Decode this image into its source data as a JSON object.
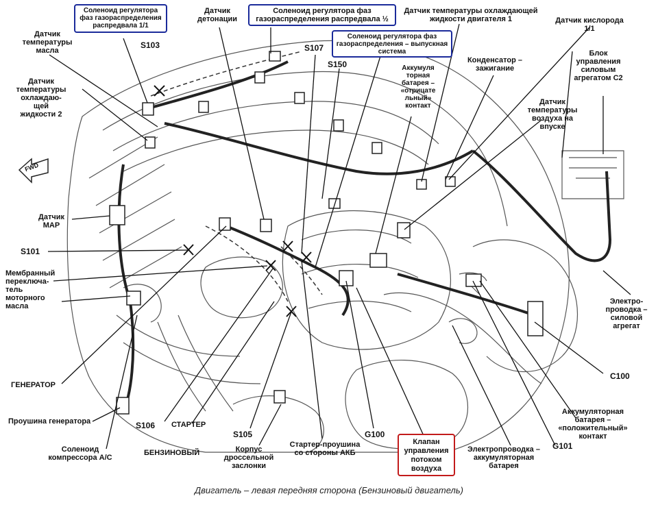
{
  "labels": {
    "oil_temp_sensor": "Датчик\nтемпературы\nмасла",
    "coolant_temp_sensor_2": "Датчик\nтемпературы\nохлаждаю-\nщей\nжидкости 2",
    "cam_solenoid_1_1": "Соленоид регулятора\nфаз газораспределения\nраспредвала 1/1",
    "knock_sensor": "Датчик\nдетонации",
    "cam_solenoid_half": "Соленоид регулятора фаз\nгазораспределения распредвала ½",
    "exhaust_solenoid": "Соленоид регулятора фаз\nгазораспределения – выпускная\nсистема",
    "coolant_temp_sensor_1": "Датчик температуры охлаждающей\nжидкости двигателя 1",
    "oxygen_sensor": "Датчик кислорода\n1/1",
    "s103": "S103",
    "s107": "S107",
    "s150": "S150",
    "battery_negative": "Аккумуля\nторная\nбатарея –\n«отрицате\nльный»\nконтакт",
    "ignition_capacitor": "Конденсатор –\nзажигание",
    "powertrain_module": "Блок\nуправления\nсиловым\nагрегатом C2",
    "intake_air_temp_sensor": "Датчик\nтемпературы\nвоздуха на\nвпуске",
    "fwd": "FWD",
    "map_sensor": "Датчик\nMAP",
    "s101": "S101",
    "oil_pressure_switch": "Мембранный\nпереключа-\nтель\nмоторного\nмасла",
    "powertrain_wiring": "Электро-\nпроводка –\nсиловой\nагрегат",
    "generator": "ГЕНЕРАТОР",
    "c100": "C100",
    "generator_lug": "Проушина генератора",
    "battery_positive": "Аккумуляторная\nбатарея –\n«положительный»\nконтакт",
    "s106": "S106",
    "starter": "СТАРТЕР",
    "ac_compressor_solenoid": "Соленоид\nкомпрессора A/C",
    "gasoline": "БЕНЗИНОВЫЙ",
    "s105": "S105",
    "throttle_body": "Корпус\nдроссельной\nзаслонки",
    "starter_lug": "Стартер-проушина\nсо стороны АКБ",
    "g100": "G100",
    "air_flow_valve": "Клапан\nуправления\nпотоком\nвоздуха",
    "battery_wiring": "Электропроводка –\nаккумуляторная\nбатарея",
    "g101": "G101"
  },
  "caption": "Двигатель – левая передняя сторона (Бензиновый двигатель)",
  "colors": {
    "box_blue": "#1a2a9a",
    "box_red": "#c21a1a",
    "ink": "#111111"
  }
}
